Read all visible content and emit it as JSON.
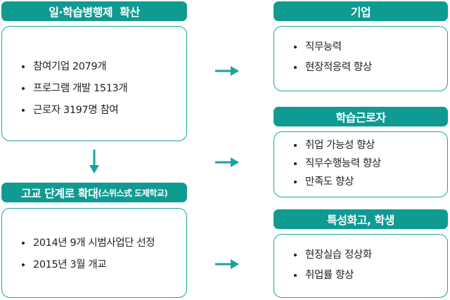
{
  "left": {
    "top": {
      "title": "일·학습병행제  확산",
      "items": [
        "참여기업 2079개",
        "프로그램 개발 1513개",
        "근로자 3197명 참여"
      ]
    },
    "bottom": {
      "title_main": "고교 단계로 확대",
      "title_sub": "(스위스式 도제학교)",
      "items": [
        "2014년 9개 시범사업단 선정",
        "2015년 3월 개교"
      ]
    }
  },
  "right": {
    "company": {
      "title": "기업",
      "items": [
        "직무능력",
        "현장적응력 향상"
      ]
    },
    "worker": {
      "title": "학습근로자",
      "items": [
        "취업 가능성 향상",
        "직무수행능력 향상",
        "만족도 향상"
      ]
    },
    "student": {
      "title": "특성화고, 학생",
      "items": [
        "현장실습 정상화",
        "취업률 향상"
      ]
    }
  },
  "colors": {
    "accent": "#0f9a92",
    "border": "#19a59c",
    "arrow": "#1aa39a"
  }
}
